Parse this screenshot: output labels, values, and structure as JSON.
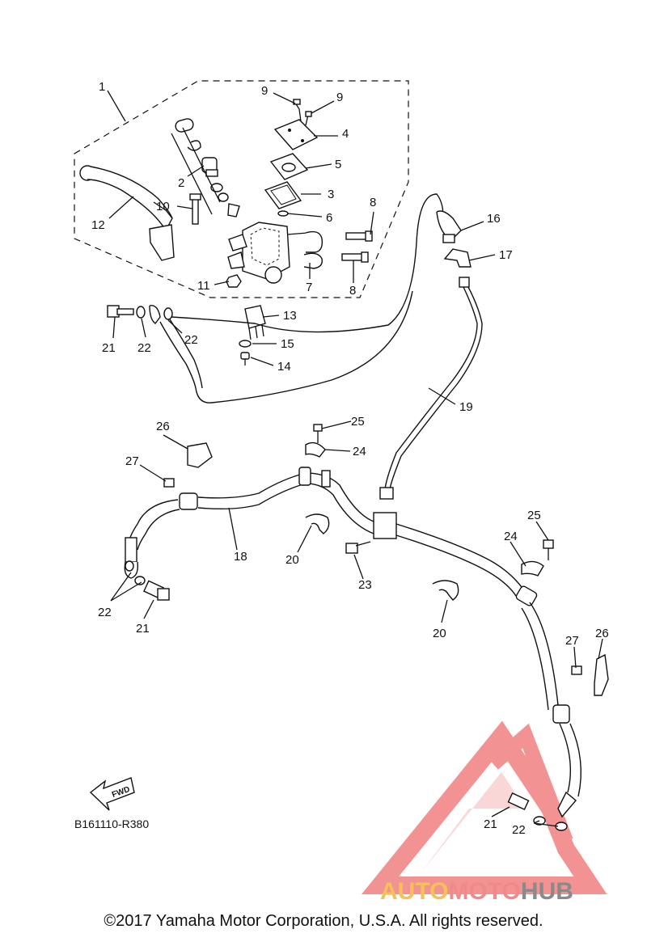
{
  "diagram": {
    "ref_code": "B161110-R380",
    "fwd_label": "FWD",
    "copyright": "©2017 Yamaha Motor Corporation, U.S.A. All rights reserved.",
    "watermark": {
      "part1": "AUTO",
      "part2": "MOTO",
      "part3": "HUB",
      "colors": {
        "auto": "#f5c05a",
        "moto": "#f08a8a",
        "hub": "#8a8a8a",
        "triangle": "#f08080"
      }
    },
    "callouts": [
      {
        "id": "c1",
        "text": "1"
      },
      {
        "id": "c2",
        "text": "2"
      },
      {
        "id": "c3",
        "text": "3"
      },
      {
        "id": "c4",
        "text": "4"
      },
      {
        "id": "c5",
        "text": "5"
      },
      {
        "id": "c6",
        "text": "6"
      },
      {
        "id": "c7",
        "text": "7"
      },
      {
        "id": "c8a",
        "text": "8"
      },
      {
        "id": "c8b",
        "text": "8"
      },
      {
        "id": "c9a",
        "text": "9"
      },
      {
        "id": "c9b",
        "text": "9"
      },
      {
        "id": "c10",
        "text": "10"
      },
      {
        "id": "c11",
        "text": "11"
      },
      {
        "id": "c12",
        "text": "12"
      },
      {
        "id": "c13",
        "text": "13"
      },
      {
        "id": "c14",
        "text": "14"
      },
      {
        "id": "c15",
        "text": "15"
      },
      {
        "id": "c16",
        "text": "16"
      },
      {
        "id": "c17",
        "text": "17"
      },
      {
        "id": "c18",
        "text": "18"
      },
      {
        "id": "c19",
        "text": "19"
      },
      {
        "id": "c20a",
        "text": "20"
      },
      {
        "id": "c20b",
        "text": "20"
      },
      {
        "id": "c21a",
        "text": "21"
      },
      {
        "id": "c21b",
        "text": "21"
      },
      {
        "id": "c21c",
        "text": "21"
      },
      {
        "id": "c22a",
        "text": "22"
      },
      {
        "id": "c22b",
        "text": "22"
      },
      {
        "id": "c22c",
        "text": "22"
      },
      {
        "id": "c22d",
        "text": "22"
      },
      {
        "id": "c23",
        "text": "23"
      },
      {
        "id": "c24a",
        "text": "24"
      },
      {
        "id": "c24b",
        "text": "24"
      },
      {
        "id": "c25a",
        "text": "25"
      },
      {
        "id": "c25b",
        "text": "25"
      },
      {
        "id": "c26a",
        "text": "26"
      },
      {
        "id": "c26b",
        "text": "26"
      },
      {
        "id": "c27a",
        "text": "27"
      },
      {
        "id": "c27b",
        "text": "27"
      }
    ]
  }
}
